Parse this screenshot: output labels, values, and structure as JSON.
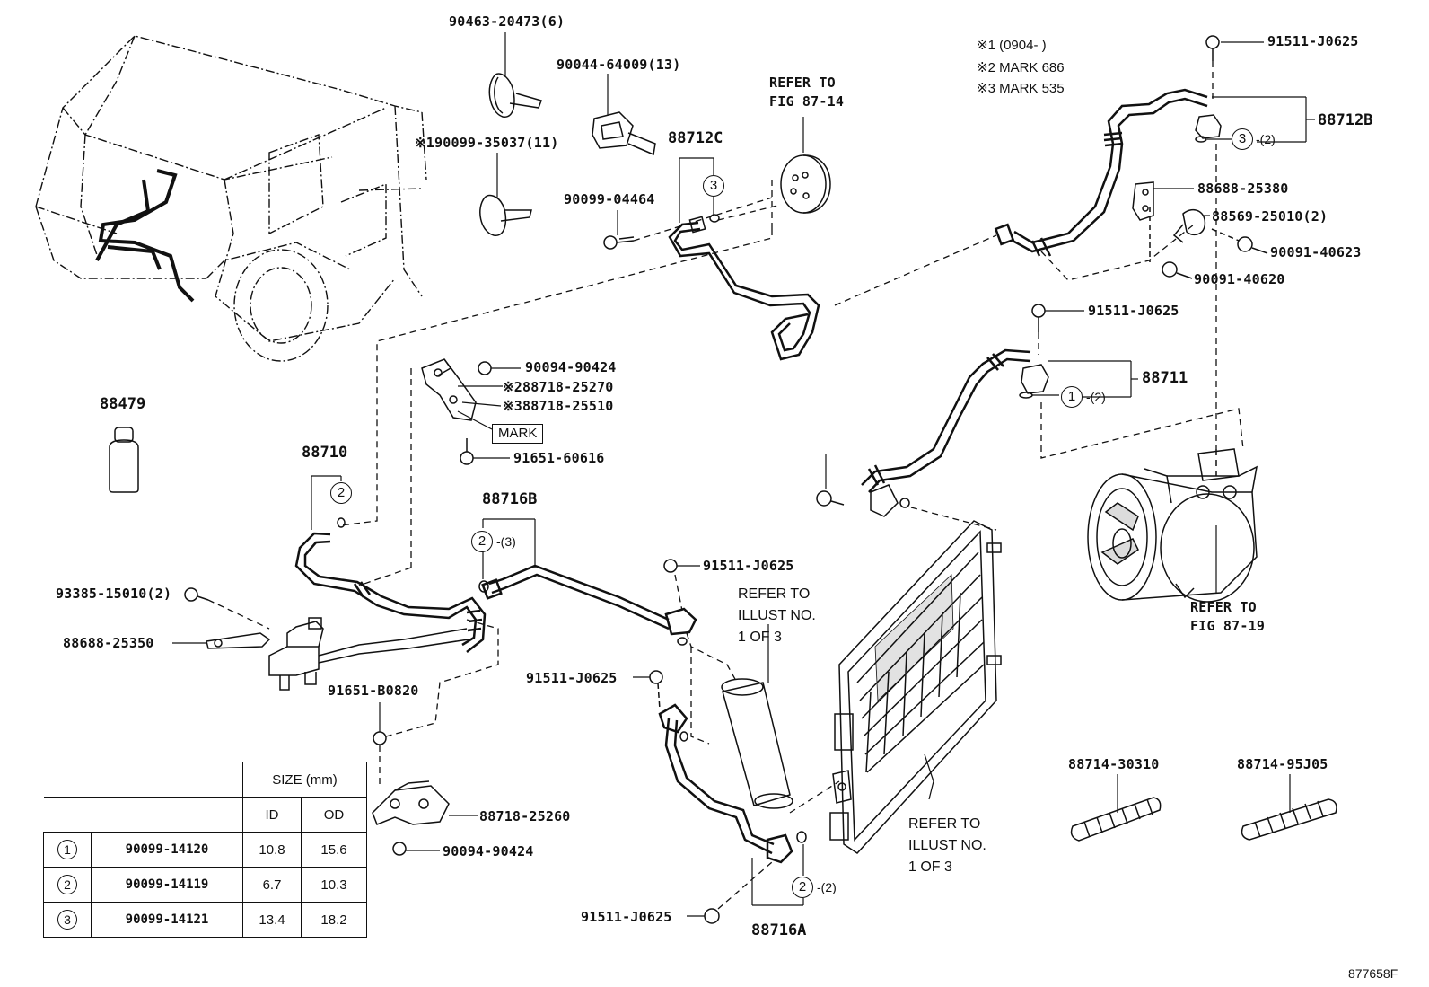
{
  "diagram_id": "877658F",
  "notes": [
    "※1 (0904-      )",
    "※2 MARK 686",
    "※3 MARK 535"
  ],
  "labels": {
    "p90463": "90463-20473(6)",
    "p90044": "90044-64009(13)",
    "p90099_35037": "※190099-35037(11)",
    "p88712c": "88712C",
    "p90099_04464": "90099-04464",
    "refer_87_14_a": "REFER TO",
    "refer_87_14_b": "FIG 87-14",
    "p91511_top": "91511-J0625",
    "p88712b": "88712B",
    "p88688_25380": "88688-25380",
    "p88569": "88569-25010(2)",
    "p90091_40623": "90091-40623",
    "p90091_40620": "90091-40620",
    "p91511_88711": "91511-J0625",
    "p88711": "88711",
    "p88479": "88479",
    "p90094_90424_a": "90094-90424",
    "p88718_25270": "※288718-25270",
    "p88718_25510": "※388718-25510",
    "mark": "MARK",
    "p91651_60616": "91651-60616",
    "p88710": "88710",
    "p88716b": "88716B",
    "p91511_cond": "91511-J0625",
    "p93385": "93385-15010(2)",
    "p88688_25350": "88688-25350",
    "p91511_dryer": "91511-J0625",
    "refer_illust_1_a": "REFER TO",
    "refer_illust_1_b": "ILLUST NO.",
    "refer_illust_1_c": "1 OF 3",
    "p91511_mid": "91511-J0625",
    "p91651_b0820": "91651-B0820",
    "p88718_25260": "88718-25260",
    "p90094_90424_b": "90094-90424",
    "p91511_bottom": "91511-J0625",
    "p88716a": "88716A",
    "refer_illust_2_a": "REFER TO",
    "refer_illust_2_b": "ILLUST NO.",
    "refer_illust_2_c": "1 OF 3",
    "refer_87_19_a": "REFER TO",
    "refer_87_19_b": "FIG 87-19",
    "p88714_30310": "88714-30310",
    "p88714_95j05": "88714-95J05"
  },
  "callouts": {
    "c3_top": "3",
    "q3_top": "-(2)",
    "c3_88712c": "3",
    "c1_88711": "1",
    "q1_88711": "-(2)",
    "c2_88710": "2",
    "c2_88716b": "2",
    "q2_88716b": "-(3)",
    "c2_88716a": "2",
    "q2_88716a": "-(2)"
  },
  "size_table": {
    "header": "SIZE (mm)",
    "col_id": "ID",
    "col_od": "OD",
    "rows": [
      {
        "ref": "1",
        "part": "90099-14120",
        "id": "10.8",
        "od": "15.6"
      },
      {
        "ref": "2",
        "part": "90099-14119",
        "id": "6.7",
        "od": "10.3"
      },
      {
        "ref": "3",
        "part": "90099-14121",
        "id": "13.4",
        "od": "18.2"
      }
    ]
  }
}
